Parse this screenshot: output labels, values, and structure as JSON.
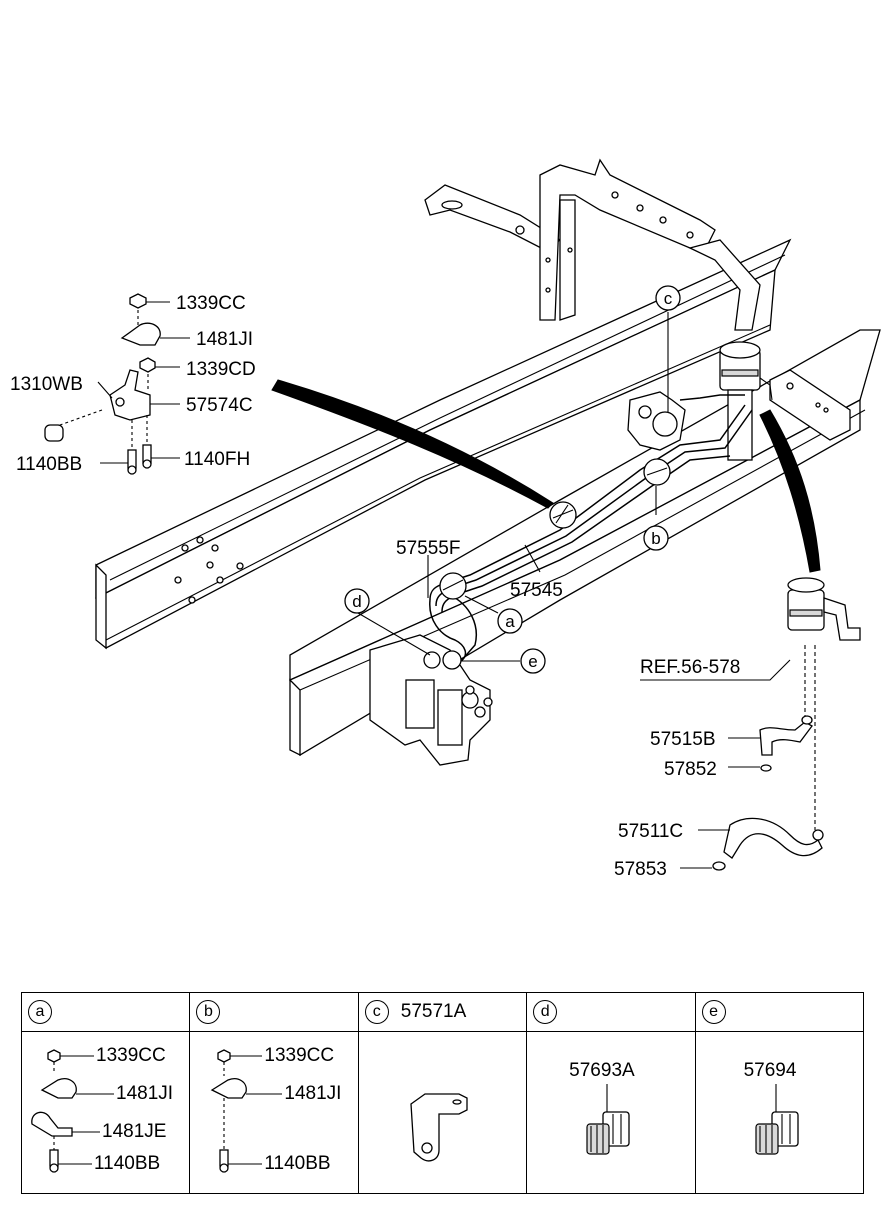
{
  "diagram": {
    "labels": {
      "p1339CC": "1339CC",
      "p1481JI": "1481JI",
      "p1339CD": "1339CD",
      "p1310WB": "1310WB",
      "p57574C": "57574C",
      "p1140BB": "1140BB",
      "p1140FH": "1140FH",
      "p57555F": "57555F",
      "p57545": "57545",
      "ref": "REF.56-578",
      "p57515B": "57515B",
      "p57852": "57852",
      "p57511C": "57511C",
      "p57853": "57853"
    },
    "callouts": {
      "a": "a",
      "b": "b",
      "c": "c",
      "d": "d",
      "e": "e"
    }
  },
  "legend": {
    "columns": [
      {
        "letter": "a",
        "part": ""
      },
      {
        "letter": "b",
        "part": ""
      },
      {
        "letter": "c",
        "part": "57571A"
      },
      {
        "letter": "d",
        "part": ""
      },
      {
        "letter": "e",
        "part": ""
      }
    ],
    "a_parts": [
      "1339CC",
      "1481JI",
      "1481JE",
      "1140BB"
    ],
    "b_parts": [
      "1339CC",
      "1481JI",
      "1140BB"
    ],
    "d_part": "57693A",
    "e_part": "57694"
  }
}
